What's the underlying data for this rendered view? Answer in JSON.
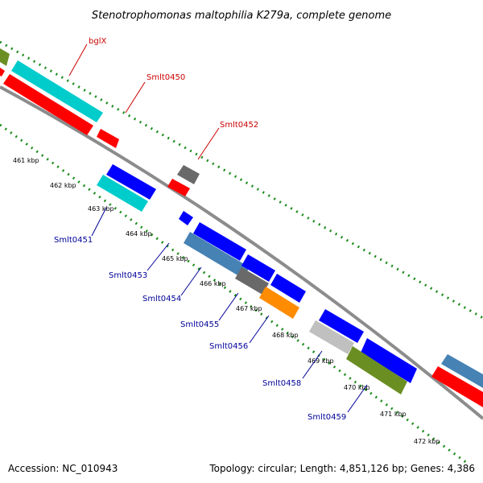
{
  "title": "Stenotrophomonas maltophilia K279a, complete genome",
  "footer": {
    "accession": "Accession: NC_010943",
    "topology": "Topology: circular; Length: 4,851,126 bp; Genes: 4,386"
  },
  "kbp_labels": [
    "461 kbp",
    "462 kbp",
    "463 kbp",
    "464 kbp",
    "465 kbp",
    "466 kbp",
    "467 kbp",
    "468 kbp",
    "469 kbp",
    "470 kbp",
    "471 kbp",
    "472 kbp"
  ],
  "gene_labels_top": [
    "bglX",
    "Smlt0450",
    "Smlt0452"
  ],
  "gene_labels_bottom": [
    "Smlt0451",
    "Smlt0453",
    "Smlt0454",
    "Smlt0455",
    "Smlt0456",
    "Smlt0458",
    "Smlt0459"
  ],
  "colors": {
    "backbone": "#8c8c8c",
    "ticks": "#1a8c1a",
    "red": "#ff0000",
    "cyan": "#00cccc",
    "blue": "#0000ff",
    "olive": "#6b8e23",
    "steelblue": "#4682b4",
    "gray": "#696969",
    "orange": "#ff8c00",
    "silver": "#c0c0c0",
    "label_top": "#cc0000",
    "label_bottom": "#000099"
  }
}
